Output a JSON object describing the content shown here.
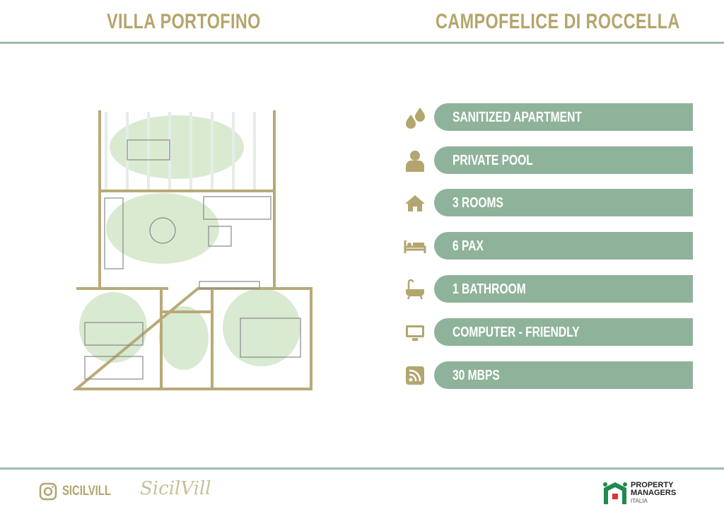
{
  "header": {
    "left_title": "VILLA PORTOFINO",
    "right_title": "CAMPOFELICE DI ROCCELLA"
  },
  "features": [
    {
      "icon": "water-drops-icon",
      "label": "SANITIZED APARTMENT"
    },
    {
      "icon": "person-icon",
      "label": "PRIVATE POOL"
    },
    {
      "icon": "house-icon",
      "label": "3 ROOMS"
    },
    {
      "icon": "bed-icon",
      "label": "6 PAX"
    },
    {
      "icon": "bathtub-icon",
      "label": "1 BATHROOM"
    },
    {
      "icon": "monitor-icon",
      "label": "COMPUTER - FRIENDLY"
    },
    {
      "icon": "rss-icon",
      "label": "30 MBPS"
    }
  ],
  "footer": {
    "instagram": "SICILVILL",
    "signature": "SicilVill",
    "logo_line1": "PROPERTY",
    "logo_line2": "MANAGERS",
    "logo_line3": "ITALIA"
  },
  "colors": {
    "gold": "#b3a56e",
    "green": "#8fb39a"
  }
}
